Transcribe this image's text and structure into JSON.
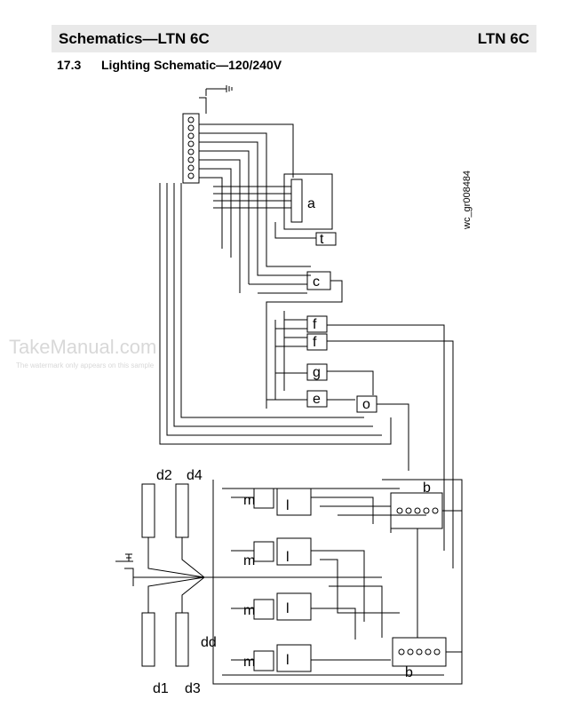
{
  "header": {
    "left_title": "Schematics—LTN 6C",
    "right_title": "LTN 6C"
  },
  "section": {
    "number": "17.3",
    "title": "Lighting Schematic—120/240V"
  },
  "watermark": {
    "brand": "TakeManual.com",
    "note": "The watermark only appears on this sample"
  },
  "figure": {
    "reference": "wc_gr008484",
    "labels": {
      "a": "a",
      "b": "b",
      "c": "c",
      "e": "e",
      "f1": "f",
      "f2": "f",
      "g": "g",
      "o": "o",
      "t": "t",
      "d1": "d1",
      "d2": "d2",
      "d3": "d3",
      "d4": "d4",
      "dd": "dd",
      "m": "m",
      "l": "l"
    }
  }
}
